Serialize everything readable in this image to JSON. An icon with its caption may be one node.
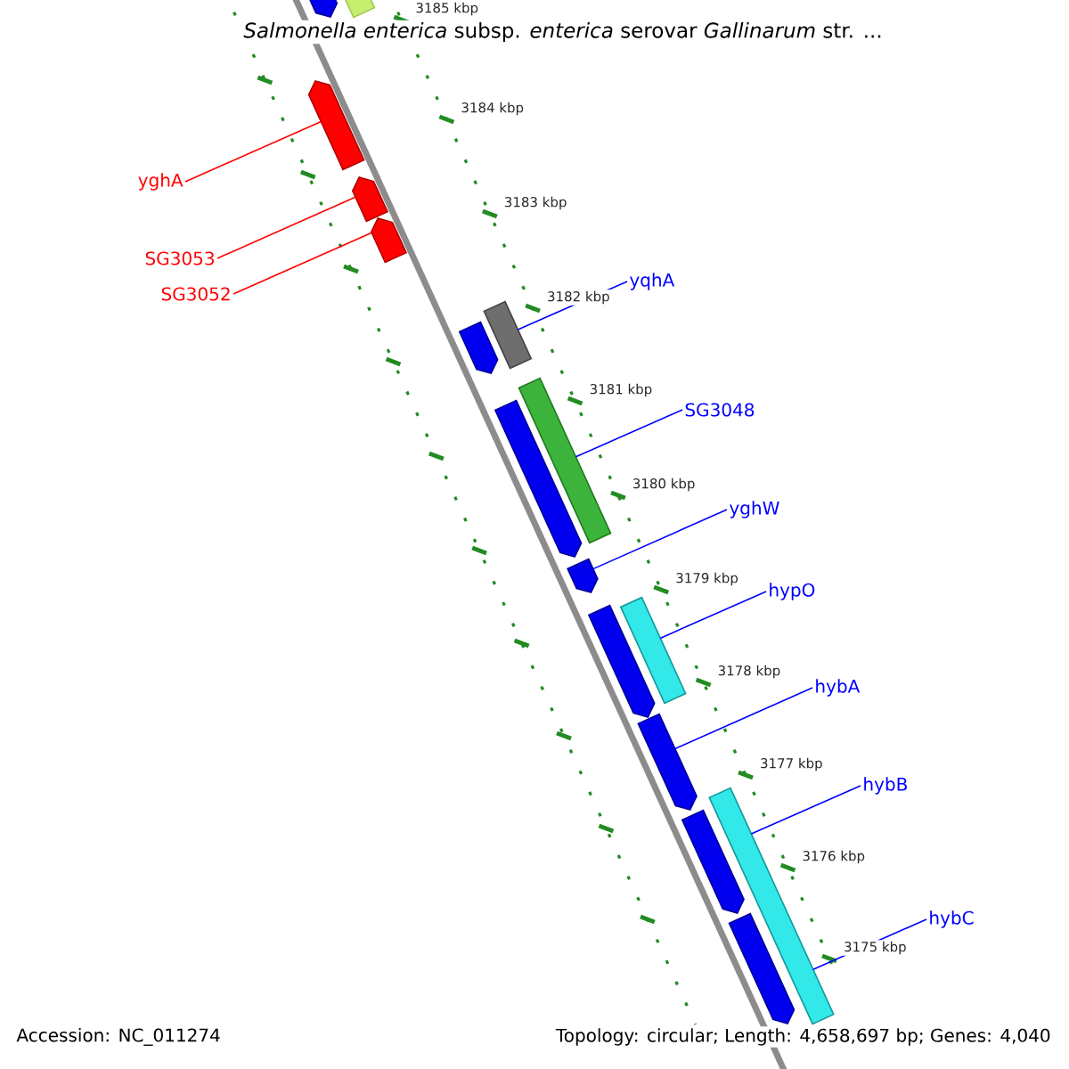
{
  "diagram": {
    "title": "*Salmonella enterica* subsp. *enterica* serovar *Gallinarum* str. ...",
    "nodes": [
      {
        "text": [],
        "shape": "pentagon"
      },
      {
        "text": [],
        "shape": "bar"
      },
      {
        "text": [],
        "shape": "pentagon"
      },
      {
        "text": [],
        "shape": "pentagon"
      },
      {
        "text": [],
        "shape": "pentagon"
      },
      {
        "text": [],
        "shape": "pentagon"
      },
      {
        "text": [],
        "shape": "bar"
      },
      {
        "text": [],
        "shape": "pentagon"
      },
      {
        "text": [],
        "shape": "bar"
      },
      {
        "text": [],
        "shape": "pentagon"
      },
      {
        "text": [],
        "shape": "pentagon"
      },
      {
        "text": [],
        "shape": "bar"
      },
      {
        "text": [],
        "shape": "pentagon"
      },
      {
        "text": [],
        "shape": "pentagon"
      },
      {
        "text": [],
        "shape": "bar"
      },
      {
        "text": [],
        "shape": "pentagon"
      },
      {
        "text": [
          "yghA"
        ]
      },
      {
        "text": [
          "SG3053"
        ]
      },
      {
        "text": [
          "SG3052"
        ]
      },
      {
        "text": [
          "yqhA"
        ]
      },
      {
        "text": [
          "SG3048"
        ]
      },
      {
        "text": [
          "yghW"
        ]
      },
      {
        "text": [
          "hypO"
        ]
      },
      {
        "text": [
          "hybA"
        ]
      },
      {
        "text": [
          "hybB"
        ]
      },
      {
        "text": [
          "hybC"
        ]
      }
    ],
    "edges": [
      {
        "from": 16,
        "to": 2,
        "arrow": "none",
        "color": "#ff0000"
      },
      {
        "from": 17,
        "to": 3,
        "arrow": "none",
        "color": "#ff0000"
      },
      {
        "from": 18,
        "to": 4,
        "arrow": "none",
        "color": "#ff0000"
      },
      {
        "from": 19,
        "to": 6,
        "arrow": "none"
      },
      {
        "from": 20,
        "to": 8,
        "arrow": "none"
      },
      {
        "from": 21,
        "to": 9,
        "arrow": "none"
      },
      {
        "from": 22,
        "to": 11,
        "arrow": "none"
      },
      {
        "from": 23,
        "to": 12,
        "arrow": "none"
      },
      {
        "from": 24,
        "to": 14,
        "arrow": "none"
      },
      {
        "from": 25,
        "to": 14,
        "arrow": "none"
      }
    ],
    "labels": [
      "3185 kbp",
      "3184 kbp",
      "3183 kbp",
      "3182 kbp",
      "3181 kbp",
      "3180 kbp",
      "3179 kbp",
      "3178 kbp",
      "3177 kbp",
      "3176 kbp",
      "3175 kbp",
      "Accession: NC_011274",
      "Topology: circular; Length: 4,658,697 bp; Genes: 4,040"
    ]
  }
}
